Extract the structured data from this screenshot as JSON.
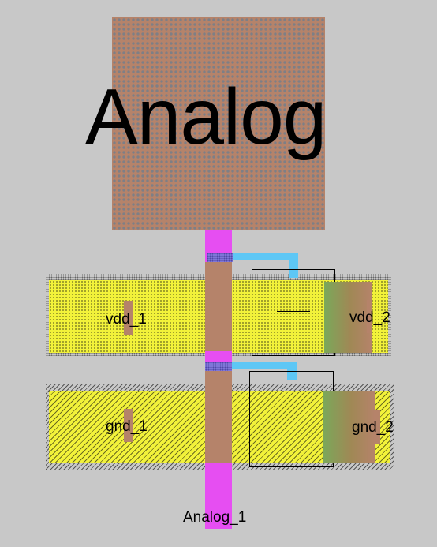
{
  "pad": {
    "label": "Analog",
    "crosshair": "+"
  },
  "rails": {
    "vdd_left": "vdd_1",
    "vdd_right": "vdd_2",
    "gnd_left": "gnd_1",
    "gnd_right": "gnd_2"
  },
  "pin": {
    "label": "Analog_1"
  },
  "colors": {
    "background": "#c8c8c8",
    "metal_pad": "#b5836a",
    "rail_yellow": "#f2f23a",
    "via_magenta": "#e64ef2",
    "route_cyan": "#5ec7f5",
    "via_blue": "#7f78d9"
  }
}
